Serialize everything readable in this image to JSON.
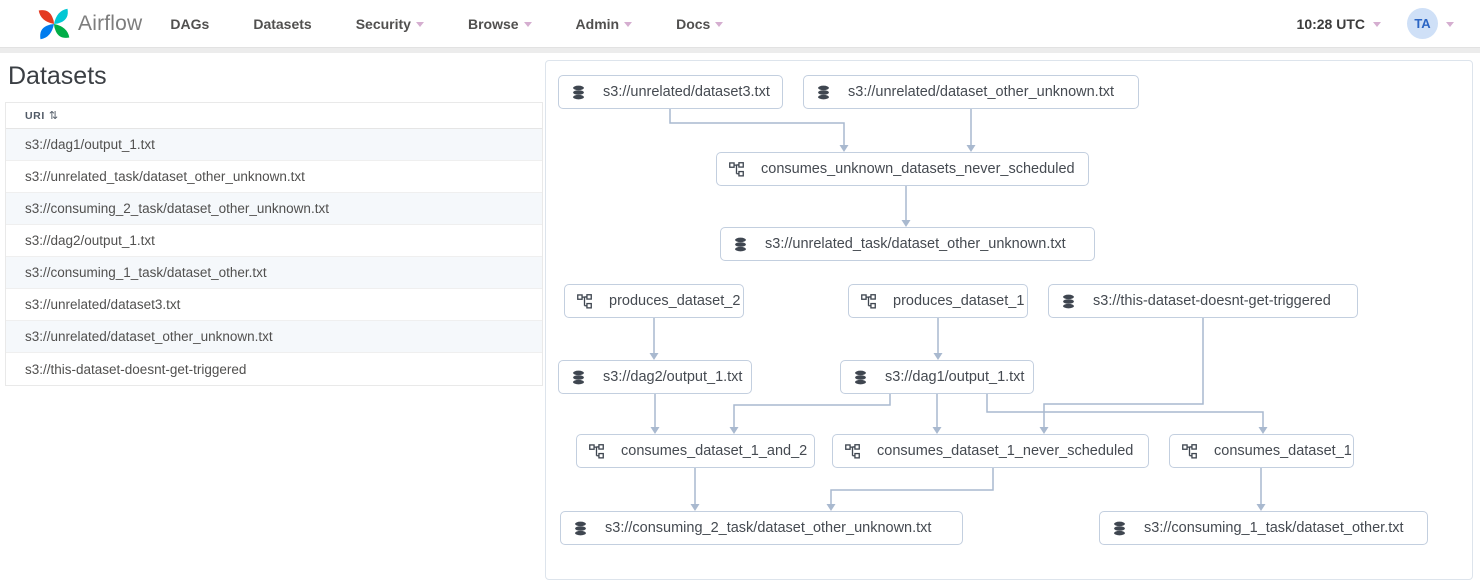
{
  "header": {
    "brand": "Airflow",
    "nav": [
      {
        "label": "DAGs",
        "has_caret": false
      },
      {
        "label": "Datasets",
        "has_caret": false
      },
      {
        "label": "Security",
        "has_caret": true
      },
      {
        "label": "Browse",
        "has_caret": true
      },
      {
        "label": "Admin",
        "has_caret": true
      },
      {
        "label": "Docs",
        "has_caret": true
      }
    ],
    "clock": "10:28 UTC",
    "avatar_initials": "TA"
  },
  "datasets_panel": {
    "title": "Datasets",
    "table": {
      "columns": [
        {
          "label": "URI",
          "sortable": true
        }
      ],
      "rows": [
        "s3://dag1/output_1.txt",
        "s3://unrelated_task/dataset_other_unknown.txt",
        "s3://consuming_2_task/dataset_other_unknown.txt",
        "s3://dag2/output_1.txt",
        "s3://consuming_1_task/dataset_other.txt",
        "s3://unrelated/dataset3.txt",
        "s3://unrelated/dataset_other_unknown.txt",
        "s3://this-dataset-doesnt-get-triggered"
      ]
    }
  },
  "graph": {
    "nodes": [
      {
        "id": "ds_unrelated_dataset3",
        "type": "dataset",
        "label": "s3://unrelated/dataset3.txt"
      },
      {
        "id": "ds_unrelated_dataset_other",
        "type": "dataset",
        "label": "s3://unrelated/dataset_other_unknown.txt"
      },
      {
        "id": "dag_consumes_unknown",
        "type": "dag",
        "label": "consumes_unknown_datasets_never_scheduled"
      },
      {
        "id": "ds_unrelated_task_other",
        "type": "dataset",
        "label": "s3://unrelated_task/dataset_other_unknown.txt"
      },
      {
        "id": "dag_produces_dataset_2",
        "type": "dag",
        "label": "produces_dataset_2"
      },
      {
        "id": "dag_produces_dataset_1",
        "type": "dag",
        "label": "produces_dataset_1"
      },
      {
        "id": "ds_not_triggered",
        "type": "dataset",
        "label": "s3://this-dataset-doesnt-get-triggered"
      },
      {
        "id": "ds_dag2_output_1",
        "type": "dataset",
        "label": "s3://dag2/output_1.txt"
      },
      {
        "id": "ds_dag1_output_1",
        "type": "dataset",
        "label": "s3://dag1/output_1.txt"
      },
      {
        "id": "dag_consumes_1_and_2",
        "type": "dag",
        "label": "consumes_dataset_1_and_2"
      },
      {
        "id": "dag_consumes_1_never_sched",
        "type": "dag",
        "label": "consumes_dataset_1_never_scheduled"
      },
      {
        "id": "dag_consumes_dataset_1",
        "type": "dag",
        "label": "consumes_dataset_1"
      },
      {
        "id": "ds_consuming_2_task_other",
        "type": "dataset",
        "label": "s3://consuming_2_task/dataset_other_unknown.txt"
      },
      {
        "id": "ds_consuming_1_task_other",
        "type": "dataset",
        "label": "s3://consuming_1_task/dataset_other.txt"
      }
    ],
    "edges": [
      {
        "from": "ds_unrelated_dataset3",
        "to": "dag_consumes_unknown"
      },
      {
        "from": "ds_unrelated_dataset_other",
        "to": "dag_consumes_unknown"
      },
      {
        "from": "dag_consumes_unknown",
        "to": "ds_unrelated_task_other"
      },
      {
        "from": "dag_produces_dataset_2",
        "to": "ds_dag2_output_1"
      },
      {
        "from": "dag_produces_dataset_1",
        "to": "ds_dag1_output_1"
      },
      {
        "from": "ds_not_triggered",
        "to": "dag_consumes_1_never_sched"
      },
      {
        "from": "ds_dag2_output_1",
        "to": "dag_consumes_1_and_2"
      },
      {
        "from": "ds_dag1_output_1",
        "to": "dag_consumes_1_and_2"
      },
      {
        "from": "ds_dag1_output_1",
        "to": "dag_consumes_1_never_sched"
      },
      {
        "from": "ds_dag1_output_1",
        "to": "dag_consumes_dataset_1"
      },
      {
        "from": "dag_consumes_1_and_2",
        "to": "ds_consuming_2_task_other"
      },
      {
        "from": "dag_consumes_1_never_sched",
        "to": "ds_consuming_2_task_other"
      },
      {
        "from": "dag_consumes_dataset_1",
        "to": "ds_consuming_1_task_other"
      }
    ]
  },
  "colors": {
    "stripe": "#f5f8fb",
    "node_border": "#c3cfdf",
    "edge": "#a9b9cf",
    "caret_pink": "#d5aed0",
    "avatar_bg": "#cfe0f7",
    "avatar_text": "#2b65c4",
    "logo_red": "#e43921",
    "logo_teal": "#00c7d4",
    "logo_green": "#00ad46",
    "logo_blue": "#017cee"
  }
}
